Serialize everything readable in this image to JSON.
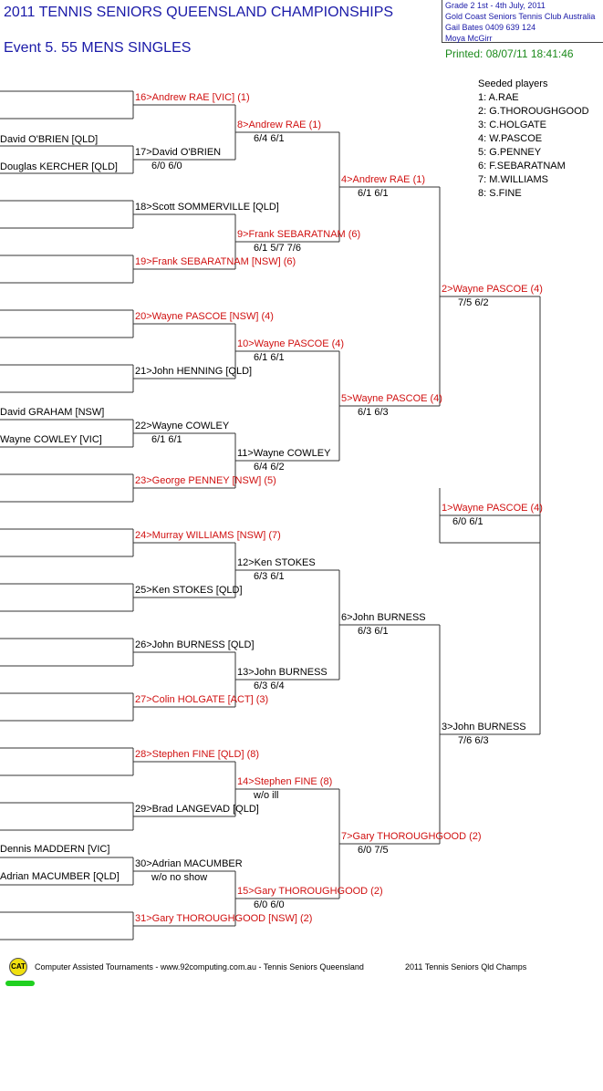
{
  "header": {
    "title": "2011 TENNIS SENIORS QUEENSLAND CHAMPIONSHIPS",
    "event": "Event 5. 55  MENS SINGLES",
    "info": [
      "Grade 2    1st - 4th July, 2011",
      "Gold Coast Seniors Tennis Club    Australia",
      "Gail Bates    0409 639 124",
      "Moya McGirr"
    ],
    "printed": "Printed: 08/07/11 18:41:46"
  },
  "seeds": {
    "heading": "Seeded players",
    "list": [
      "1: A.RAE",
      "2: G.THOROUGHGOOD",
      "3: C.HOLGATE",
      "4: W.PASCOE",
      "5: G.PENNEY",
      "6: F.SEBARATNAM",
      "7: M.WILLIAMS",
      "8: S.FINE"
    ]
  },
  "draw": {
    "left_entries": [
      "David O'BRIEN [QLD]",
      "Douglas KERCHER [QLD]",
      "David GRAHAM [NSW]",
      "Wayne COWLEY [VIC]",
      "Dennis MADDERN [VIC]",
      "Adrian MACUMBER [QLD]"
    ],
    "round1": [
      {
        "name": "16>Andrew RAE [VIC] (1)",
        "score": ""
      },
      {
        "name": "17>David O'BRIEN",
        "score": "6/0 6/0"
      },
      {
        "name": "18>Scott SOMMERVILLE [QLD]",
        "score": ""
      },
      {
        "name": "19>Frank SEBARATNAM [NSW] (6)",
        "score": ""
      },
      {
        "name": "20>Wayne PASCOE [NSW] (4)",
        "score": ""
      },
      {
        "name": "21>John HENNING [QLD]",
        "score": ""
      },
      {
        "name": "22>Wayne COWLEY",
        "score": "6/1 6/1"
      },
      {
        "name": "23>George PENNEY [NSW] (5)",
        "score": ""
      },
      {
        "name": "24>Murray WILLIAMS [NSW] (7)",
        "score": ""
      },
      {
        "name": "25>Ken STOKES [QLD]",
        "score": ""
      },
      {
        "name": "26>John BURNESS [QLD]",
        "score": ""
      },
      {
        "name": "27>Colin HOLGATE [ACT] (3)",
        "score": ""
      },
      {
        "name": "28>Stephen FINE [QLD] (8)",
        "score": ""
      },
      {
        "name": "29>Brad LANGEVAD [QLD]",
        "score": ""
      },
      {
        "name": "30>Adrian MACUMBER",
        "score": "w/o no show"
      },
      {
        "name": "31>Gary THOROUGHGOOD [NSW] (2)",
        "score": ""
      }
    ],
    "round2": [
      {
        "name": "8>Andrew RAE (1)",
        "score": "6/4 6/1"
      },
      {
        "name": "9>Frank SEBARATNAM (6)",
        "score": "6/1 5/7 7/6"
      },
      {
        "name": "10>Wayne PASCOE (4)",
        "score": "6/1 6/1"
      },
      {
        "name": "11>Wayne COWLEY",
        "score": "6/4 6/2"
      },
      {
        "name": "12>Ken STOKES",
        "score": "6/3 6/1"
      },
      {
        "name": "13>John BURNESS",
        "score": "6/3 6/4"
      },
      {
        "name": "14>Stephen FINE (8)",
        "score": "w/o ill"
      },
      {
        "name": "15>Gary THOROUGHGOOD (2)",
        "score": "6/0 6/0"
      }
    ],
    "round3": [
      {
        "name": "4>Andrew RAE (1)",
        "score": "6/1 6/1"
      },
      {
        "name": "5>Wayne PASCOE (4)",
        "score": "6/1 6/3"
      },
      {
        "name": "6>John BURNESS",
        "score": "6/3 6/1"
      },
      {
        "name": "7>Gary THOROUGHGOOD (2)",
        "score": "6/0 7/5"
      }
    ],
    "round4": [
      {
        "name": "2>Wayne PASCOE (4)",
        "score": "7/5 6/2"
      },
      {
        "name": "3>John BURNESS",
        "score": "7/6 6/3"
      }
    ],
    "final": {
      "name": "1>Wayne PASCOE (4)",
      "score": "6/0 6/1"
    }
  },
  "footer": {
    "logo": "CAT",
    "left": "Computer Assisted Tournaments - www.92computing.com.au -  Tennis Seniors Queensland",
    "right": "2011 Tennis Seniors Qld Champs"
  },
  "colors": {
    "title": "#1a1aa8",
    "printed": "#1b8a1b",
    "seeded_red": "#d01010"
  }
}
